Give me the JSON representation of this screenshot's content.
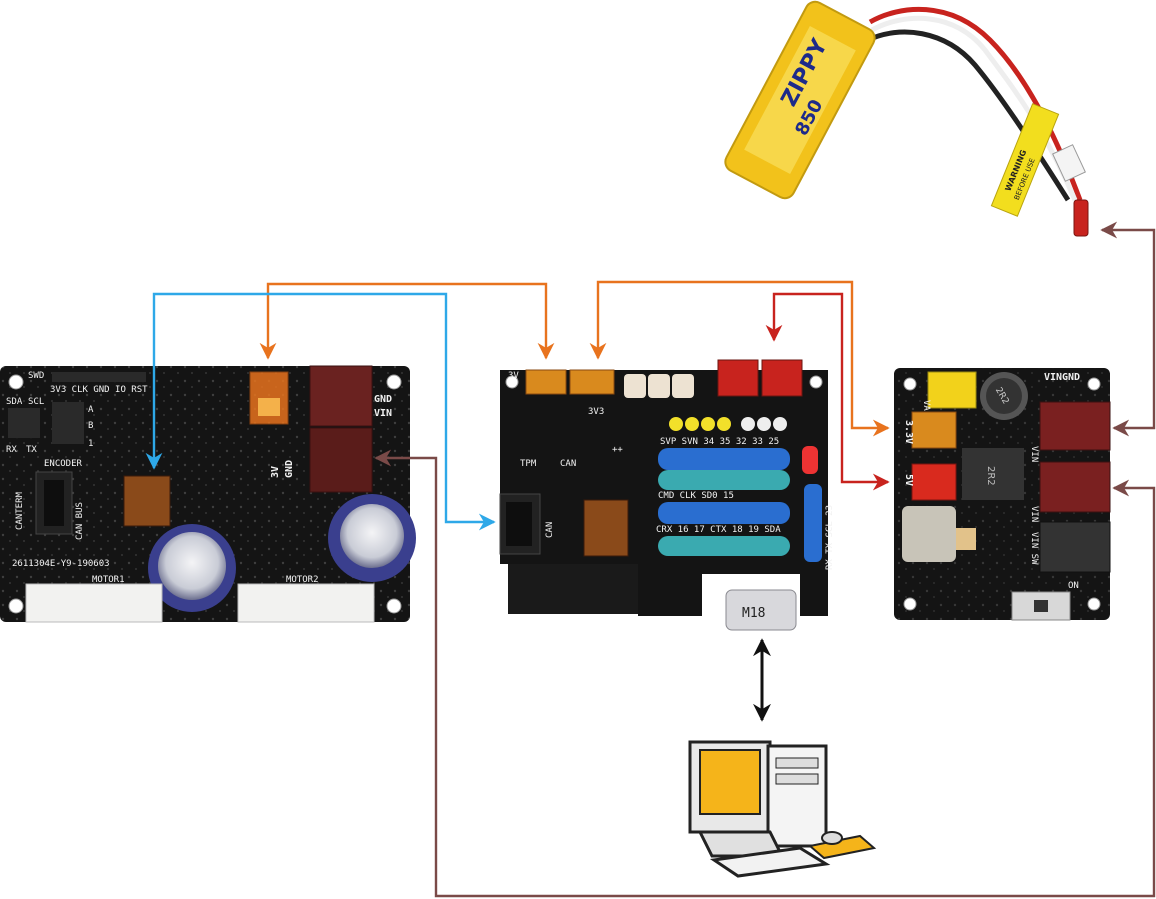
{
  "colors": {
    "pcb": "#141414",
    "wire_orange": "#e8731e",
    "wire_blue": "#2ea8e8",
    "wire_red": "#c8231e",
    "wire_brown": "#7a4a48",
    "wire_black": "#111111",
    "battery": "#f2c21b"
  },
  "battery": {
    "icon": "lipo-battery-icon",
    "brand": "ZIPPY",
    "capacity": "850",
    "warning": "WARNING",
    "warning2": "BEFORE USE"
  },
  "motor_board": {
    "labels": {
      "swd": "SWD",
      "debug_pins": "3V3 CLK GND IO RST",
      "sda": "SDA",
      "scl": "SCL",
      "rx": "RX",
      "tx": "TX",
      "a": "A",
      "b": "B",
      "one": "1",
      "encoder": "ENCODER",
      "canterm": "CANTERM",
      "canbus": "CAN BUS",
      "gnd": "GND",
      "vin": "VIN",
      "v3v": "3V",
      "gnd2": "GND",
      "part_no": "2611304E-Y9-190603",
      "motor1": "MOTOR1",
      "motor2": "MOTOR2"
    }
  },
  "controller_board": {
    "labels": {
      "v3v_left": "3V",
      "v3v": "3V3",
      "tpm": "TPM",
      "can_top": "CAN",
      "can": "CAN",
      "row1": "SVP SVN 34 35 32 33 25",
      "row2": "CMD CLK SD0 15",
      "row3": "CRX 16 17 CTX 18 19 SDA",
      "row_side": "RX TX SCL 23",
      "usb": "M18",
      "plus": "++"
    }
  },
  "power_board": {
    "labels": {
      "vin": "VIN",
      "gnd": "GND",
      "var": "VAR",
      "v33": "3.3V",
      "v5": "5V",
      "vin_top": "VIN",
      "vin_mid": "VIN",
      "vin_sw": "VIN SW",
      "on": "ON",
      "inductor1": "2R2",
      "inductor2": "2R2"
    }
  },
  "computer": {
    "icon": "desktop-computer-icon"
  }
}
